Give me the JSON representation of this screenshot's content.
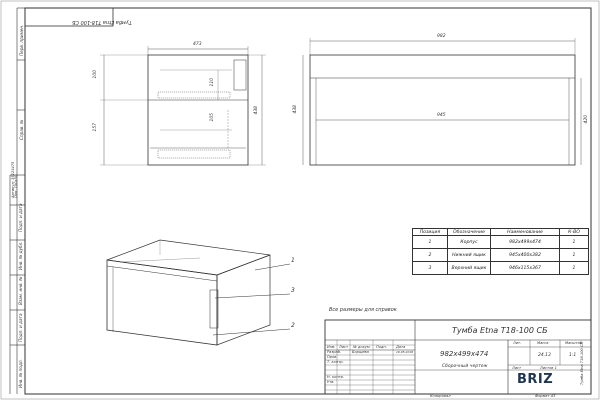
{
  "side_labels": [
    "Перв. примен.",
    "Справ. №",
    "Подп. и дата",
    "Инв. № дубл.",
    "Взам. инв. №",
    "Подп. и дата",
    "Инв. № подл."
  ],
  "stamp_top": "Тумба Etna T18-100 СБ",
  "side_stamp": [
    "Артикул: 35123475",
    "Dim: 100x50"
  ],
  "dims": {
    "top_width": "473",
    "left_height_top": "100",
    "left_height_bottom": "157",
    "inner_height_a": "110",
    "inner_height_b": "105",
    "total_height": "438",
    "front_width": "982",
    "front_inner_width": "945",
    "front_height": "438",
    "front_inner_height": "420"
  },
  "callouts": [
    "1",
    "3",
    "2"
  ],
  "spec_table": {
    "headers": [
      "Позиция",
      "Обозначение",
      "Наименование",
      "К-ВО"
    ],
    "rows": [
      [
        "1",
        "Корпус",
        "982x499x474",
        "1"
      ],
      [
        "2",
        "Нижний ящик",
        "945x400x382",
        "1"
      ],
      [
        "3",
        "Верхний ящик",
        "946x115x367",
        "1"
      ]
    ]
  },
  "note": "Все размеры для справок",
  "title_block": {
    "title": "Тумба Etna T18-100 СБ",
    "dimensions": "982x499x474",
    "doc_type": "Сборочный чертеж",
    "roles": [
      "Изм.",
      "Лист",
      "№ докум.",
      "Подп.",
      "Дата",
      "Разраб.",
      "Пров.",
      "Т. контр.",
      "Н. контр.",
      "Утв."
    ],
    "developer": "Борщёва",
    "date": "16.05.2018",
    "lit_label": "Лит.",
    "mass_label": "Масса",
    "scale_label": "Масштаб",
    "scale_value": "1:1",
    "mass_value": "24.13",
    "sheet_label": "Лист",
    "sheets_label": "Листов 1",
    "brand": "BRIZ",
    "copied": "Копировал",
    "format": "Формат A3"
  }
}
